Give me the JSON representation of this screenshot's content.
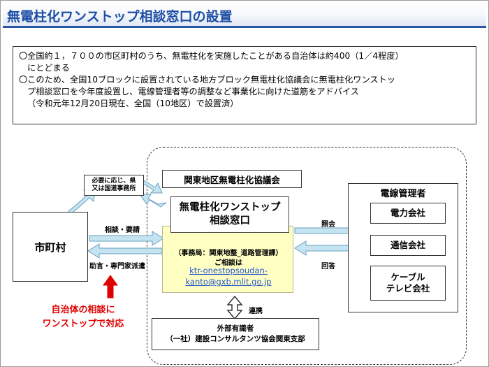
{
  "title": "無電柱化ワンストップ相談窓口の設置",
  "info": {
    "line1": "〇全国約１，７００の市区町村のうち、無電柱化を実施したことがある自治体は約400（1／4程度）",
    "line2": "にとどまる",
    "line3": "〇このため、全国10ブロックに設置されている地方ブロック無電柱化協議会に無電柱化ワンストッ",
    "line4": "プ相談窓口を今年度設置し、電線管理者等の調整など事業化に向けた道筋をアドバイス",
    "line5": "（令和元年12月20日現在、全国（10地区）で設置済）"
  },
  "diagram": {
    "council": "関東地区無電柱化協議会",
    "onestop_line1": "無電柱化ワンストップ",
    "onestop_line2": "相談窓口",
    "office": "（事務局：関東地整_道路管理課）",
    "contact": "ご相談は",
    "email_line1": "ktr-onestopsoudan-",
    "email_line2": "kanto@gxb.mlit.go.jp",
    "city": "市町村",
    "pref_line1": "必要に応じ、県",
    "pref_line2": "又は国道事務所",
    "consult_label": "相談・要請",
    "advice_label": "助言・専門家派遣",
    "inquiry_label": "照会",
    "answer_label": "回答",
    "link_label": "連携",
    "managers_title": "電線管理者",
    "managers": [
      "電力会社",
      "通信会社"
    ],
    "cable_line1": "ケーブル",
    "cable_line2": "テレビ会社",
    "expert_line1": "外部有識者",
    "expert_line2": "（一社）建設コンサルタンツ協会関東支部",
    "red_line1": "自治体の相談に",
    "red_line2": "ワンストップで対応"
  },
  "colors": {
    "title": "#1d4ea6",
    "title_rule": "#2b55a5",
    "window_fill": "#ffffc4",
    "email_link": "#2255cc",
    "arrow_fill": "#c4e4f2",
    "arrow_stroke": "#6a9fbf",
    "highlight": "#e00000"
  }
}
